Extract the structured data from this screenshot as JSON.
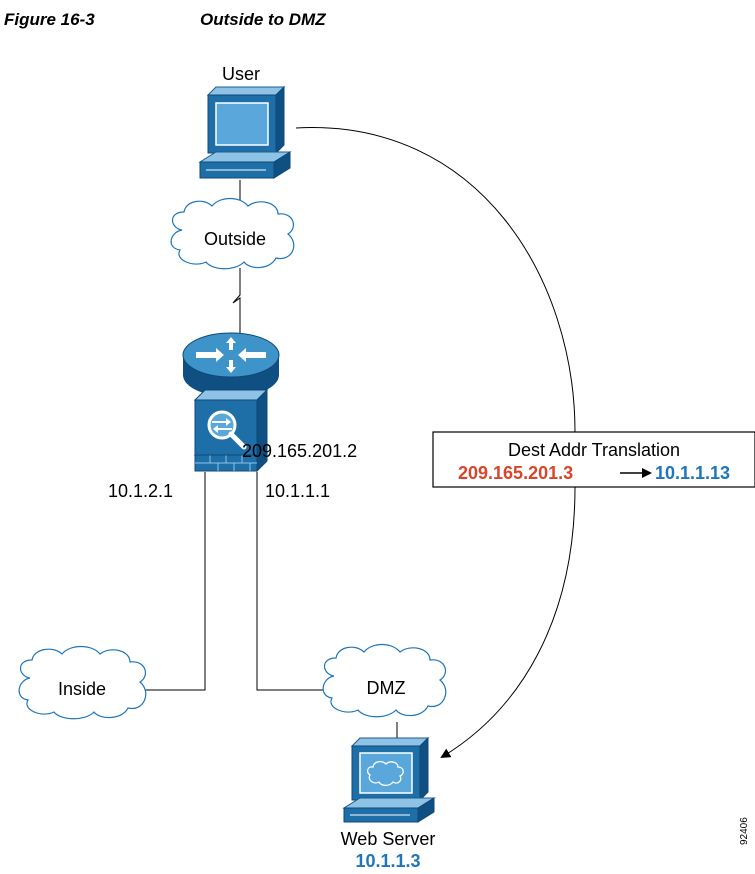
{
  "figure": {
    "number": "Figure 16-3",
    "title": "Outside to DMZ"
  },
  "nodes": {
    "user": "User",
    "outside_cloud": "Outside",
    "inside_cloud": "Inside",
    "dmz_cloud": "DMZ",
    "web_server": "Web Server",
    "web_server_ip": "10.1.1.3"
  },
  "interfaces": {
    "outside_ip": "209.165.201.2",
    "inside_ip": "10.1.2.1",
    "dmz_ip": "10.1.1.1"
  },
  "translation": {
    "title": "Dest Addr Translation",
    "from": "209.165.201.3",
    "to": "10.1.1.13"
  },
  "side_id": "92406",
  "colors": {
    "device_blue": "#1E6FA8",
    "device_light": "#3E93C9",
    "translation_from": "#D9452B",
    "translation_to": "#1F76B9"
  }
}
